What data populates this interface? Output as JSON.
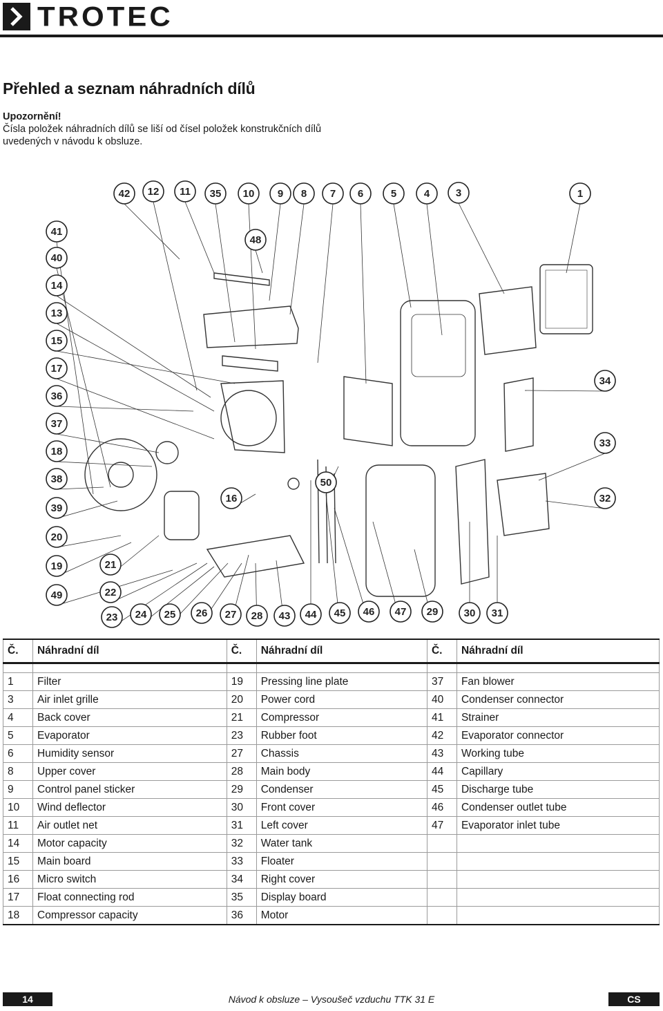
{
  "brand": "TROTEC",
  "title": "Přehled a seznam náhradních dílů",
  "notice": {
    "warning": "Upozornění!",
    "text": "Čísla položek náhradních dílů se liší od čísel položek konstrukčních dílů uvedených v návodu k obsluze."
  },
  "diagram_callouts": [
    "42",
    "12",
    "11",
    "35",
    "10",
    "9",
    "8",
    "7",
    "6",
    "5",
    "4",
    "3",
    "1",
    "48",
    "41",
    "40",
    "14",
    "13",
    "15",
    "17",
    "36",
    "37",
    "18",
    "38",
    "39",
    "20",
    "19",
    "49",
    "21",
    "22",
    "34",
    "33",
    "32",
    "50",
    "16",
    "23",
    "24",
    "25",
    "26",
    "27",
    "28",
    "43",
    "44",
    "45",
    "46",
    "47",
    "29",
    "30",
    "31"
  ],
  "table": {
    "header_no": "Č.",
    "header_part": "Náhradní díl",
    "columns": [
      [
        [
          "1",
          "Filter"
        ],
        [
          "3",
          "Air inlet grille"
        ],
        [
          "4",
          "Back cover"
        ],
        [
          "5",
          "Evaporator"
        ],
        [
          "6",
          "Humidity sensor"
        ],
        [
          "8",
          "Upper cover"
        ],
        [
          "9",
          "Control panel sticker"
        ],
        [
          "10",
          "Wind deflector"
        ],
        [
          "11",
          "Air outlet net"
        ],
        [
          "14",
          "Motor capacity"
        ],
        [
          "15",
          "Main board"
        ],
        [
          "16",
          "Micro switch"
        ],
        [
          "17",
          "Float connecting rod"
        ],
        [
          "18",
          "Compressor capacity"
        ]
      ],
      [
        [
          "19",
          "Pressing line plate"
        ],
        [
          "20",
          "Power cord"
        ],
        [
          "21",
          "Compressor"
        ],
        [
          "23",
          "Rubber foot"
        ],
        [
          "27",
          "Chassis"
        ],
        [
          "28",
          "Main body"
        ],
        [
          "29",
          "Condenser"
        ],
        [
          "30",
          "Front cover"
        ],
        [
          "31",
          "Left cover"
        ],
        [
          "32",
          "Water tank"
        ],
        [
          "33",
          "Floater"
        ],
        [
          "34",
          "Right cover"
        ],
        [
          "35",
          "Display board"
        ],
        [
          "36",
          "Motor"
        ]
      ],
      [
        [
          "37",
          "Fan blower"
        ],
        [
          "40",
          "Condenser connector"
        ],
        [
          "41",
          "Strainer"
        ],
        [
          "42",
          "Evaporator connector"
        ],
        [
          "43",
          "Working tube"
        ],
        [
          "44",
          "Capillary"
        ],
        [
          "45",
          "Discharge tube"
        ],
        [
          "46",
          "Condenser outlet tube"
        ],
        [
          "47",
          "Evaporator inlet tube"
        ],
        [
          "",
          ""
        ],
        [
          "",
          ""
        ],
        [
          "",
          ""
        ],
        [
          "",
          ""
        ],
        [
          "",
          ""
        ]
      ]
    ]
  },
  "footer": {
    "page": "14",
    "doc": "Návod k obsluze – Vysoušeč vzduchu TTK 31 E",
    "lang": "CS"
  }
}
